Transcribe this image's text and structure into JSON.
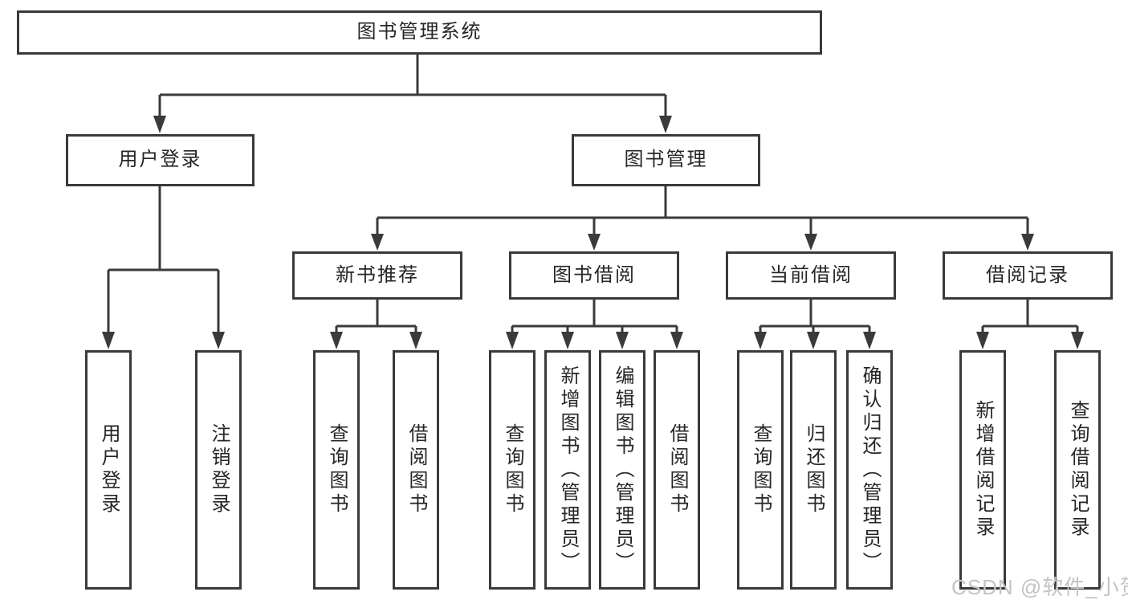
{
  "diagram": {
    "root": {
      "label": "图书管理系统"
    },
    "level2": [
      {
        "label": "用户登录"
      },
      {
        "label": "图书管理"
      }
    ],
    "level3": [
      {
        "parent": "图书管理",
        "label": "新书推荐"
      },
      {
        "parent": "图书管理",
        "label": "图书借阅"
      },
      {
        "parent": "图书管理",
        "label": "当前借阅"
      },
      {
        "parent": "图书管理",
        "label": "借阅记录"
      }
    ],
    "leaves": [
      {
        "parent": "用户登录",
        "label": "用户登录"
      },
      {
        "parent": "用户登录",
        "label": "注销登录"
      },
      {
        "parent": "新书推荐",
        "label": "查询图书"
      },
      {
        "parent": "新书推荐",
        "label": "借阅图书"
      },
      {
        "parent": "图书借阅",
        "label": "查询图书"
      },
      {
        "parent": "图书借阅",
        "label": "新增图书（管理员）"
      },
      {
        "parent": "图书借阅",
        "label": "编辑图书（管理员）"
      },
      {
        "parent": "图书借阅",
        "label": "借阅图书"
      },
      {
        "parent": "当前借阅",
        "label": "查询图书"
      },
      {
        "parent": "当前借阅",
        "label": "归还图书"
      },
      {
        "parent": "当前借阅",
        "label": "确认归还（管理员）"
      },
      {
        "parent": "借阅记录",
        "label": "新增借阅记录"
      },
      {
        "parent": "借阅记录",
        "label": "查询借阅记录"
      }
    ],
    "watermark": "CSDN @软件_小贺同学",
    "colors": {
      "line": "#3a3a3a",
      "box_border": "#3a3a3a",
      "box_fill": "#ffffff",
      "text": "#262626",
      "watermark": "#c4c4c4",
      "background": "#ffffff"
    }
  }
}
